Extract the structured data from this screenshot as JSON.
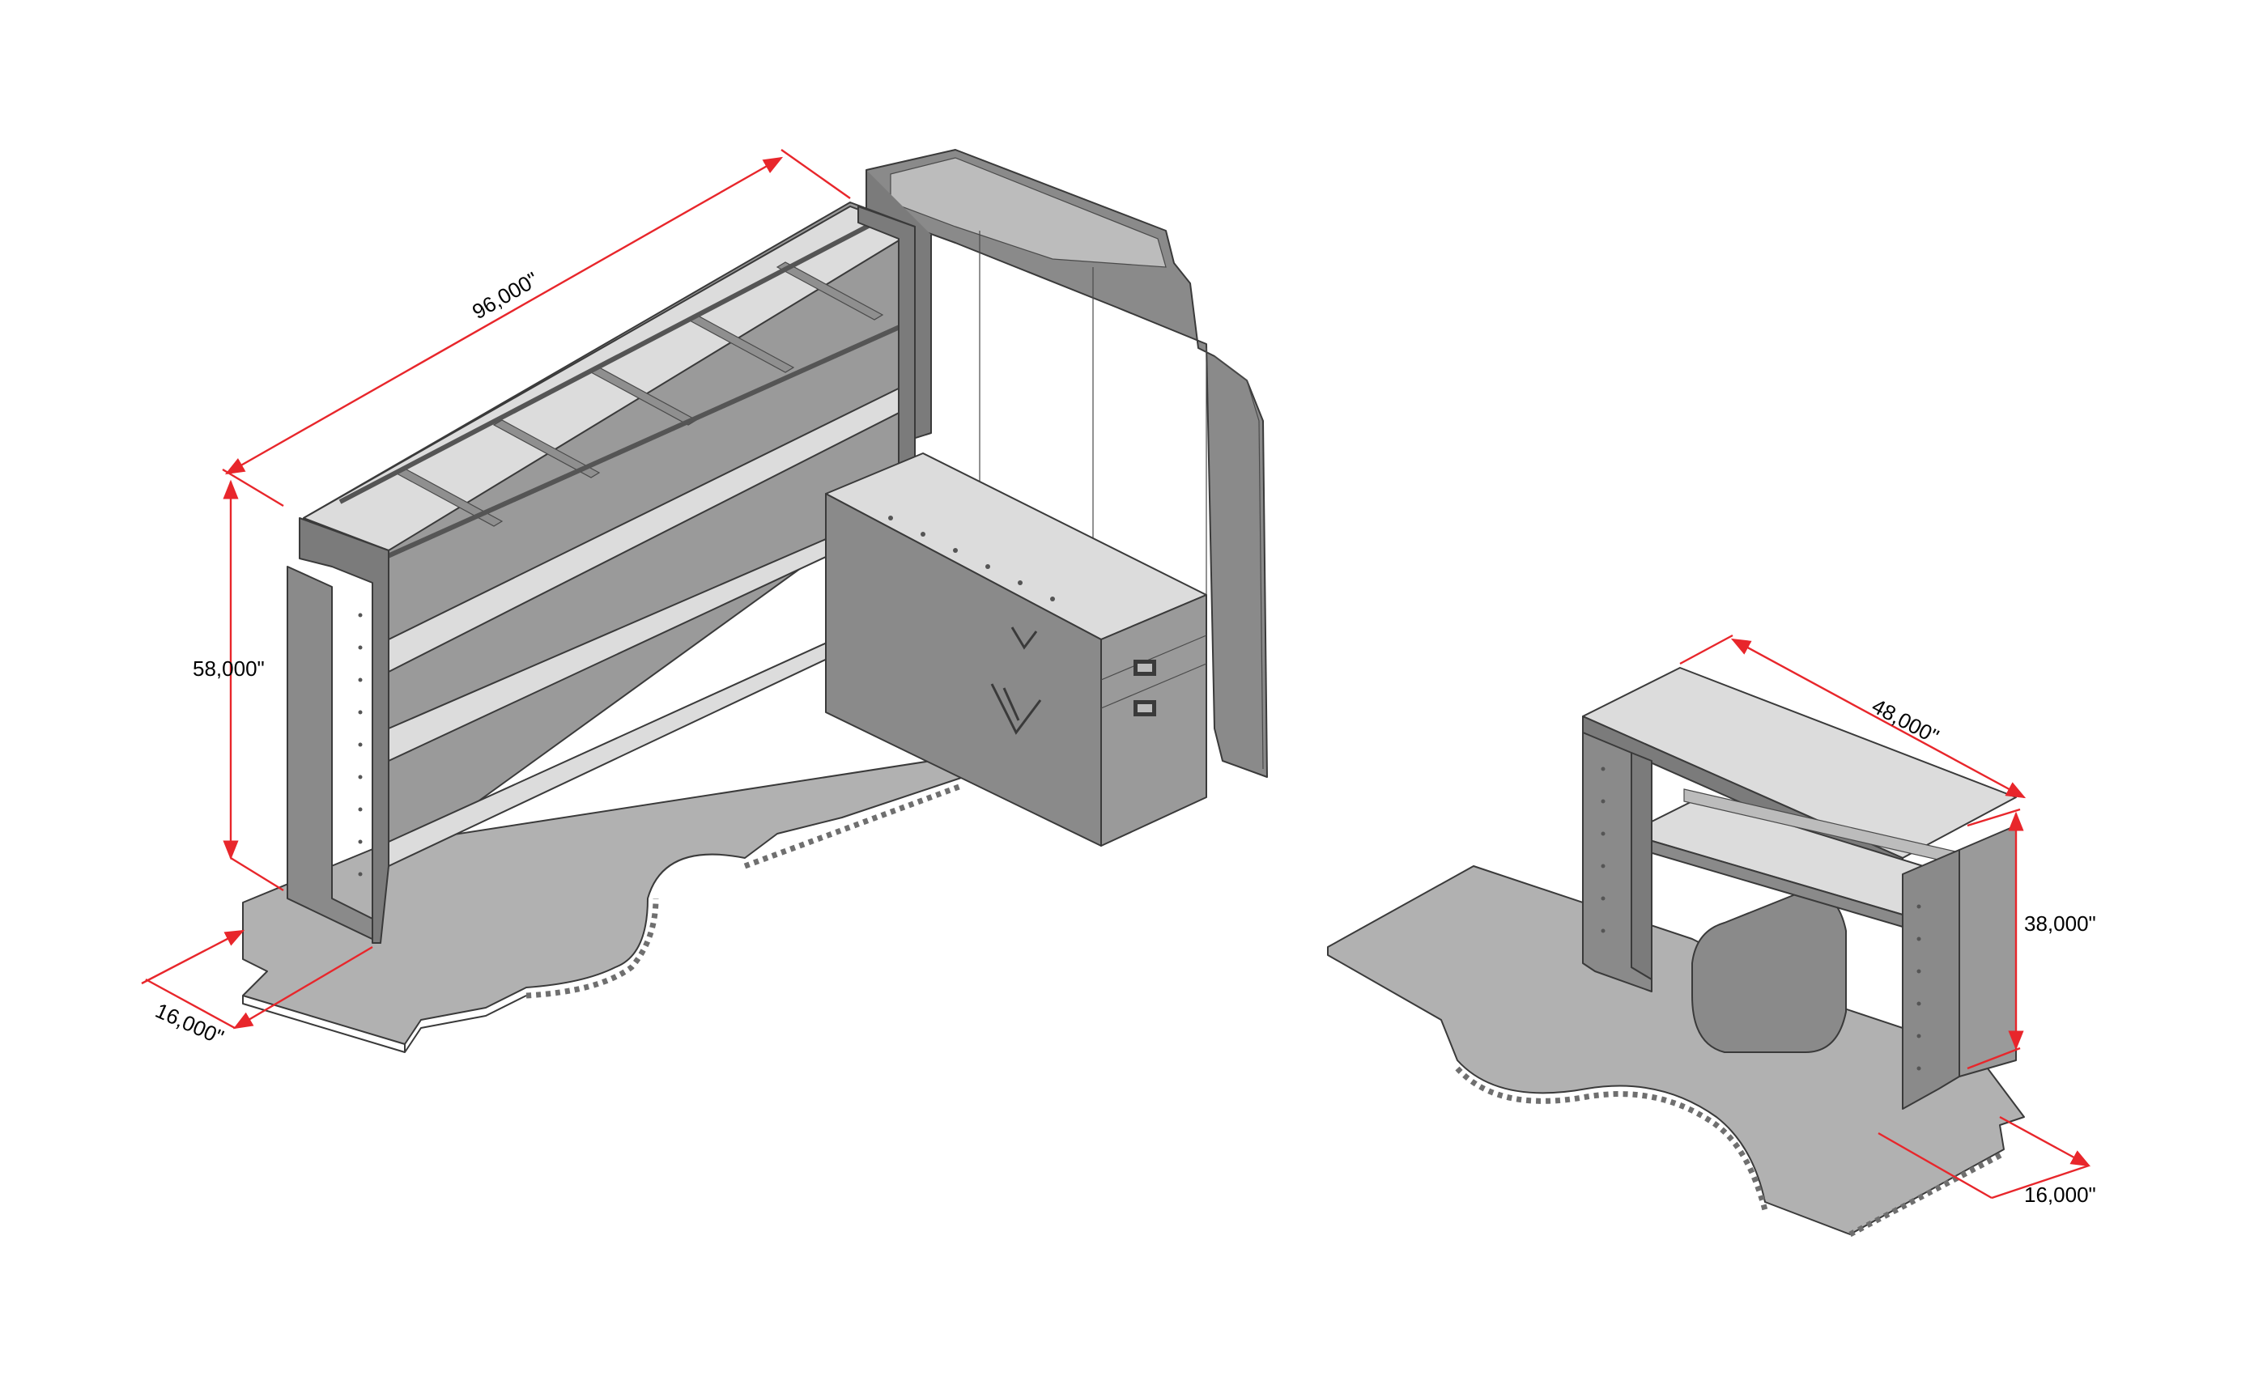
{
  "colors": {
    "dimension": "#e8262b",
    "floor": "#b1b1b1",
    "floor_edge": "#6f6f6f",
    "metal_dark": "#7b7b7b",
    "metal_mid": "#9a9a9a",
    "shelf_surface": "#dcdcdc",
    "wall_panel": "#8a8a8a"
  },
  "left_assembly": {
    "dim_length": "96,000\"",
    "dim_height": "58,000\"",
    "dim_depth": "16,000\""
  },
  "right_assembly": {
    "dim_length": "48,000\"",
    "dim_height": "38,000\"",
    "dim_depth": "16,000\""
  },
  "icons": [
    "v-logo-icon",
    "latch-icon"
  ]
}
